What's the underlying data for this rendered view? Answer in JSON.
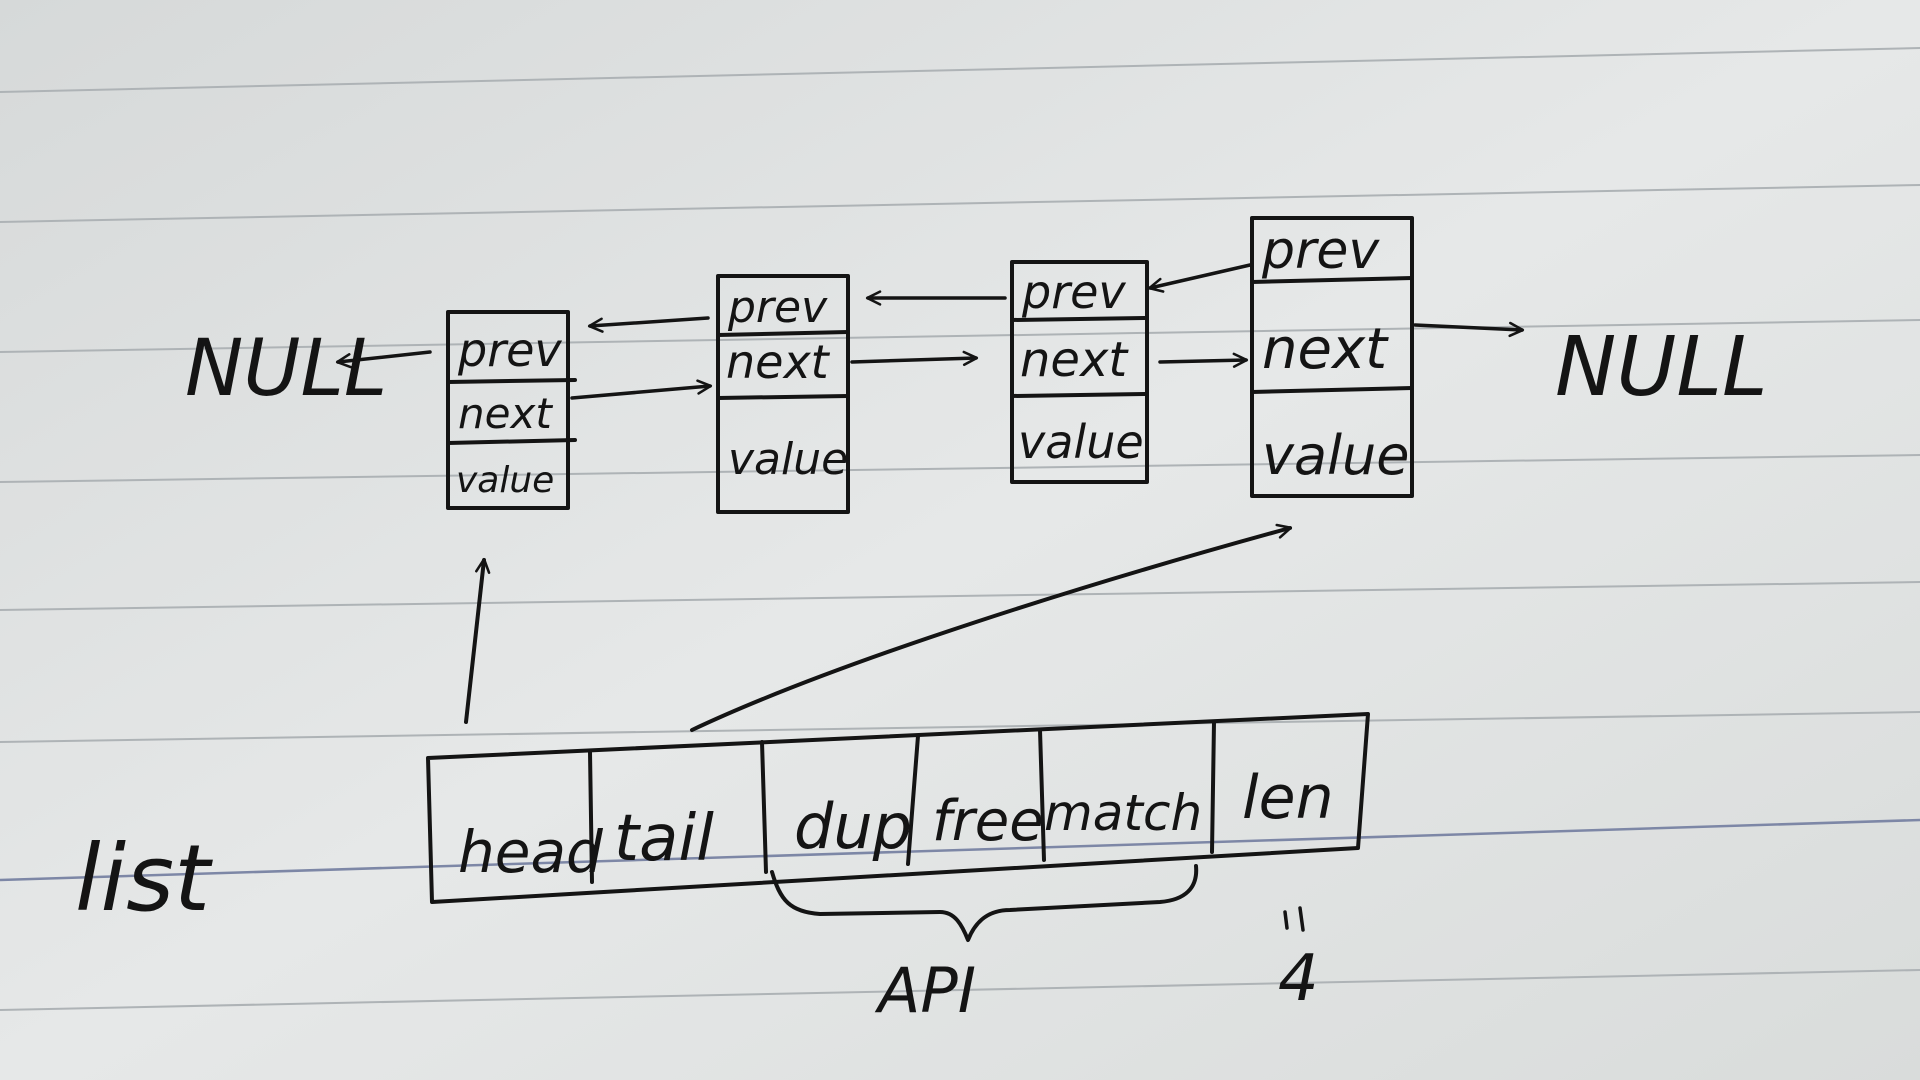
{
  "colors": {
    "paper": "#e4e6e6",
    "ink": "#141414",
    "rule": "#aeb3b6",
    "margin_rule": "#7d87a6"
  },
  "labels": {
    "null_left": "NULL",
    "null_right": "NULL",
    "list": "list",
    "api": "API",
    "len_note": "4"
  },
  "nodes": [
    {
      "prev": "prev",
      "next": "next",
      "value": "value"
    },
    {
      "prev": "prev",
      "next": "next",
      "value": "value"
    },
    {
      "prev": "prev",
      "next": "next",
      "value": "value"
    },
    {
      "prev": "prev",
      "next": "next",
      "value": "value"
    }
  ],
  "list_struct": {
    "fields": [
      "head",
      "tail",
      "dup",
      "free",
      "match",
      "len"
    ]
  }
}
